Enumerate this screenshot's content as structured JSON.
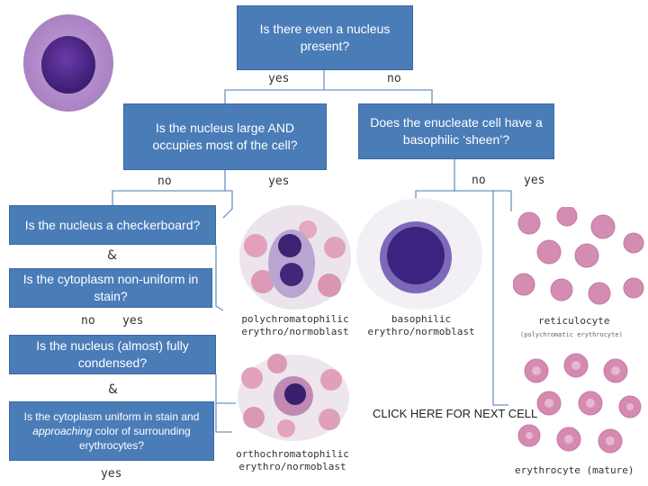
{
  "questions": {
    "q1": "Is there even a nucleus present?",
    "q2": "Is the nucleus large AND occupies most of the cell?",
    "q3": "Does the enucleate cell have a basophilic ‘sheen’?",
    "q4": "Is the nucleus a checkerboard?",
    "q5": "Is the cytoplasm non-uniform in stain?",
    "q6": "Is the nucleus (almost) fully condensed?",
    "q7_pre": "Is the cytoplasm uniform in stain and ",
    "q7_em": "approaching",
    "q7_post": " color of surrounding erythrocytes?"
  },
  "answers": {
    "q1_yes": "yes",
    "q1_no": "no",
    "q2_no": "no",
    "q2_yes": "yes",
    "q3_no": "no",
    "q3_yes": "yes",
    "q45_no": "no",
    "q45_yes": "yes",
    "q67_yes": "yes"
  },
  "conjunctions": {
    "and1": "&",
    "and2": "&"
  },
  "cells": {
    "polychromatophilic": [
      "polychromatophilic",
      "erythro/normoblast"
    ],
    "basophilic": [
      "basophilic",
      "erythro/normoblast"
    ],
    "reticulocyte": "reticulocyte",
    "reticulocyte_note": "(polychromatic erythrocyte)",
    "orthochromatophilic": [
      "orthochromatophilic",
      "erythro/normoblast"
    ],
    "erythrocyte": "erythrocyte (mature)"
  },
  "next_cell": "CLICK HERE FOR NEXT CELL",
  "colors": {
    "box_fill": "#4a7cb8",
    "connector": "#6b93c6",
    "nucleus": "#4b2a88",
    "erythrocyte": "#d890b0"
  }
}
